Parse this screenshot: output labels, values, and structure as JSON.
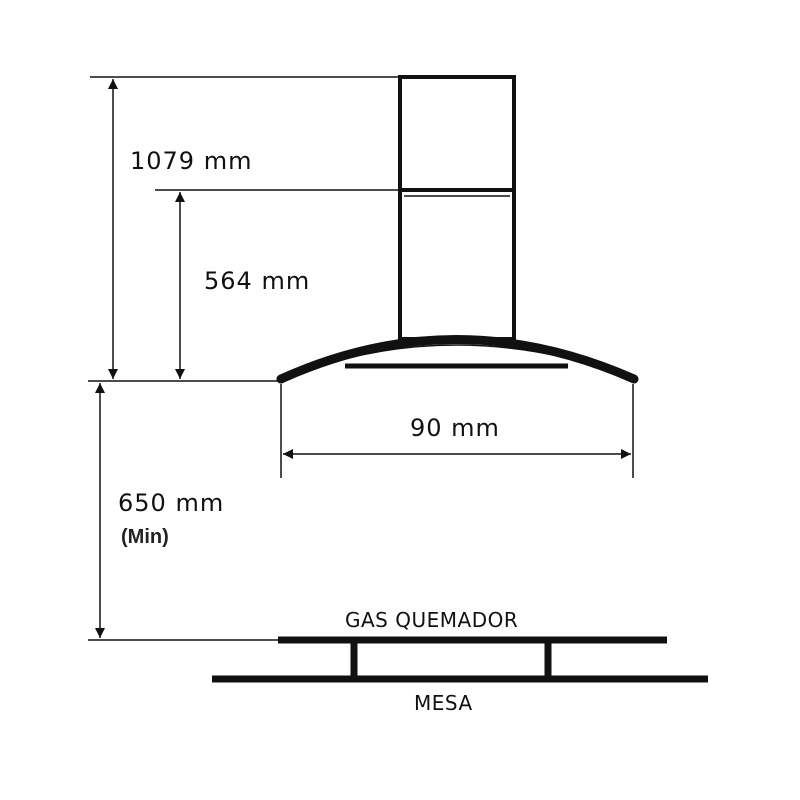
{
  "dimensions": {
    "total_height": "1079 mm",
    "chimney_height": "564 mm",
    "hood_width": "90 mm",
    "min_clearance": "650 mm",
    "min_note": "(Min)"
  },
  "labels": {
    "burner": "GAS QUEMADOR",
    "table": "MESA"
  }
}
